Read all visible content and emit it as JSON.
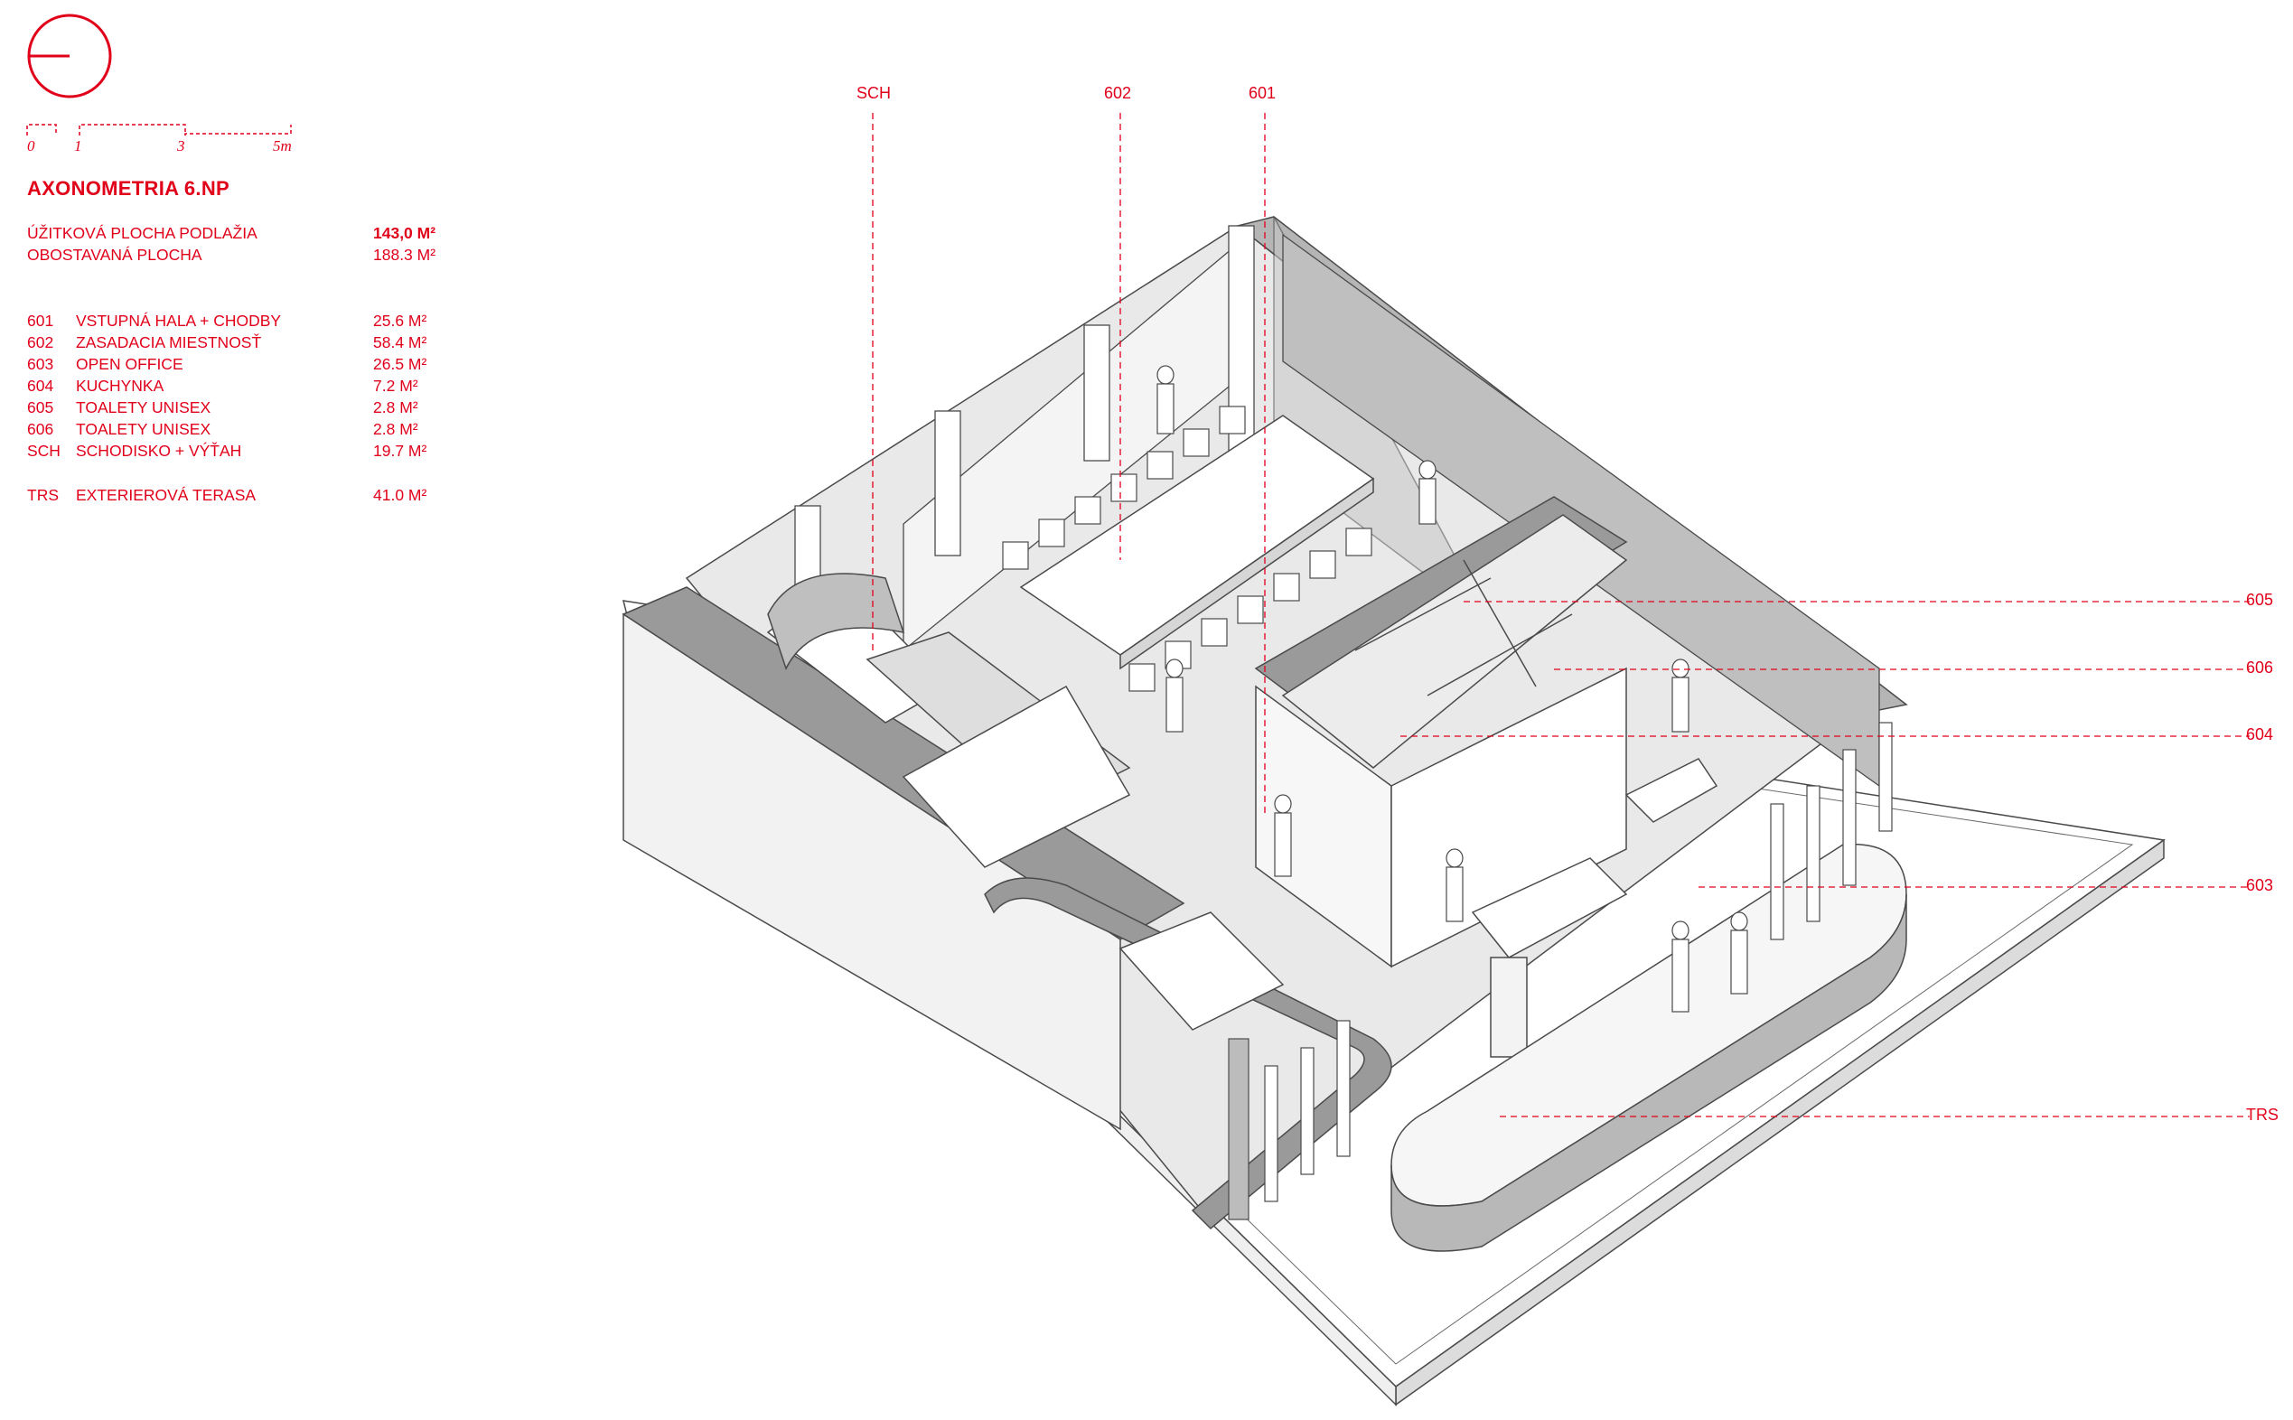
{
  "scale_bar": {
    "ticks": [
      "0",
      "1",
      "3",
      "5m"
    ]
  },
  "title": "AXONOMETRIA  6.NP",
  "areas": [
    {
      "label": "ÚŽITKOVÁ PLOCHA PODLAŽIA",
      "value": "143,0 M²",
      "bold": true
    },
    {
      "label": "OBOSTAVANÁ PLOCHA",
      "value": "188.3 M²",
      "bold": false
    }
  ],
  "rooms": [
    {
      "code": "601",
      "name": "VSTUPNÁ HALA + CHODBY",
      "area": "25.6 M²"
    },
    {
      "code": "602",
      "name": "ZASADACIA MIESTNOSŤ",
      "area": "58.4 M²"
    },
    {
      "code": "603",
      "name": "OPEN OFFICE",
      "area": "26.5 M²"
    },
    {
      "code": "604",
      "name": "KUCHYNKA",
      "area": "7.2 M²"
    },
    {
      "code": "605",
      "name": "TOALETY UNISEX",
      "area": "2.8 M²"
    },
    {
      "code": "606",
      "name": "TOALETY UNISEX",
      "area": "2.8 M²"
    },
    {
      "code": "SCH",
      "name": "SCHODISKO + VÝŤAH",
      "area": "19.7 M²"
    }
  ],
  "terrace": {
    "code": "TRS",
    "name": "EXTERIEROVÁ TERASA",
    "area": "41.0 M²"
  },
  "callouts": {
    "top": [
      "SCH",
      "602",
      "601"
    ],
    "right": [
      "605",
      "606",
      "604",
      "603",
      "TRS"
    ]
  },
  "colors": {
    "accent": "#e1001a",
    "line": "#4a4a4a",
    "shade": "#9a9a9a",
    "floor": "#e9e9e9"
  }
}
